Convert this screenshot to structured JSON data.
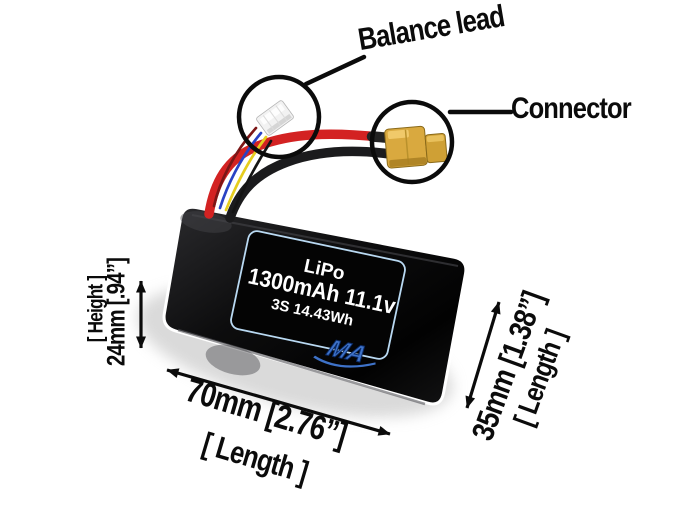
{
  "callouts": {
    "balance_lead": "Balance lead",
    "connector": "Connector"
  },
  "battery_label": {
    "chemistry": "LiPo",
    "capacity_voltage": "1300mAh 11.1v",
    "cells_energy": "3S 14.43Wh",
    "brand_logo": "MA"
  },
  "dimensions": {
    "height_value": "24mm [.94”]",
    "height_label": "[ Height ]",
    "length_value": "70mm [2.76”]",
    "length_label": "[ Length ]",
    "width_value": "35mm [1.38”]",
    "width_label": "[ Length ]"
  },
  "colors": {
    "background": "#ffffff",
    "annotation_black": "#0b0b0b",
    "label_border_blue": "#b9d9f2",
    "label_text": "#ffffff",
    "logo_blue": "#3e72c8",
    "wire_red": "#d32222",
    "wire_black": "#1b1b1d",
    "balance_wire_maroon": "#7c1616",
    "balance_wire_blue": "#2942c4",
    "balance_wire_yellow": "#e6cd1e",
    "balance_wire_black": "#141414",
    "xt60_yellow": "#d9a93f",
    "jst_white": "#f2f2f2"
  }
}
